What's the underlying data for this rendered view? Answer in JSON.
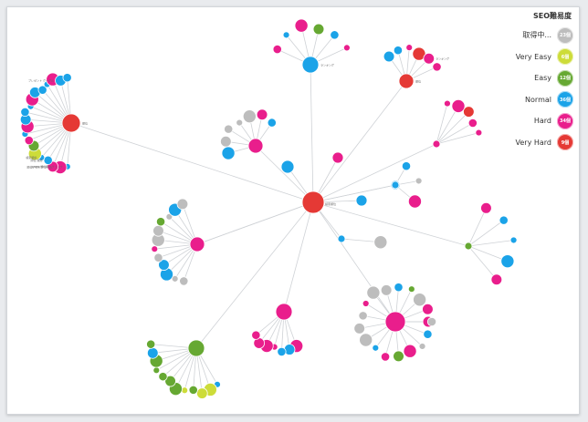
{
  "legend": {
    "title": "SEO難易度",
    "items": [
      {
        "key": "pending",
        "label": "取得中...",
        "count": "23個",
        "color": "#bdbdbd"
      },
      {
        "key": "very_easy",
        "label": "Very Easy",
        "count": "6個",
        "color": "#cddc39"
      },
      {
        "key": "easy",
        "label": "Easy",
        "count": "12個",
        "color": "#66a832"
      },
      {
        "key": "normal",
        "label": "Normal",
        "count": "36個",
        "color": "#1ba3e8"
      },
      {
        "key": "hard",
        "label": "Hard",
        "count": "34個",
        "color": "#e91e8c"
      },
      {
        "key": "very_hard",
        "label": "Very Hard",
        "count": "9個",
        "color": "#e53935"
      }
    ]
  },
  "center_label": "検索順位",
  "hubs": [
    {
      "label": "順位",
      "level": "very_hard",
      "leaves": [
        "normal",
        "hard",
        "hard",
        "normal",
        "normal",
        "very_easy",
        "easy",
        "hard",
        "normal",
        "hard",
        "normal",
        "normal",
        "normal",
        "hard",
        "normal",
        "normal",
        "normal",
        "hard",
        "normal",
        "normal"
      ],
      "leaf_labels": [
        "キーワード 順位 チェック",
        "順位チェック ツール",
        "SEO 順位",
        "順位 確認",
        "検索順位",
        "",
        "",
        "",
        "",
        "",
        "",
        "",
        "",
        "",
        "",
        "",
        "",
        "",
        "プレゼント グーグル",
        ""
      ]
    },
    {
      "label": "ランキング",
      "level": "normal",
      "leaves": [
        "hard",
        "normal",
        "hard",
        "easy",
        "normal",
        "hard"
      ],
      "leaf_labels": [
        "",
        "",
        "",
        "",
        "",
        ""
      ]
    },
    {
      "label": "順位",
      "level": "very_hard",
      "leaves": [
        "normal",
        "normal",
        "hard",
        "very_hard",
        "hard",
        "hard"
      ],
      "leaf_labels": [
        "",
        "",
        "",
        "",
        "ランキング",
        ""
      ]
    },
    {
      "label": "",
      "level": "hard",
      "leaves": [
        "normal",
        "pending",
        "pending",
        "pending",
        "pending",
        "hard",
        "normal"
      ],
      "leaf_labels": [
        "",
        "",
        "",
        "",
        "",
        "",
        ""
      ]
    },
    {
      "label": "",
      "level": "normal",
      "leaves": [],
      "leaf_labels": []
    },
    {
      "label": "",
      "level": "hard",
      "leaves": [],
      "leaf_labels": []
    },
    {
      "label": "",
      "level": "normal",
      "leaves": [],
      "leaf_labels": []
    },
    {
      "label": "",
      "level": "normal",
      "leaves": [],
      "leaf_labels": []
    },
    {
      "label": "",
      "level": "hard",
      "leaves": [
        "hard",
        "hard",
        "very_hard",
        "hard",
        "hard"
      ],
      "leaf_labels": [
        "",
        "",
        "",
        "",
        ""
      ]
    },
    {
      "label": "",
      "level": "normal",
      "leaves": [
        "normal",
        "pending",
        "hard"
      ],
      "leaf_labels": [
        "",
        "",
        ""
      ]
    },
    {
      "label": "",
      "level": "easy",
      "leaves": [
        "hard",
        "normal",
        "normal",
        "normal",
        "hard"
      ],
      "leaf_labels": [
        "",
        "",
        "",
        "",
        ""
      ]
    },
    {
      "label": "",
      "level": "normal",
      "leaves": [
        "pending"
      ],
      "leaf_labels": [
        ""
      ]
    },
    {
      "label": "",
      "level": "hard",
      "leaves": [],
      "leaf_labels": []
    },
    {
      "label": "",
      "level": "hard",
      "leaves": [
        "pending",
        "pending",
        "normal",
        "normal",
        "pending",
        "hard",
        "pending",
        "pending",
        "easy",
        "pending",
        "normal",
        "pending"
      ],
      "leaf_labels": [
        "",
        "",
        "",
        "",
        "",
        "",
        "",
        "",
        "",
        "",
        "",
        ""
      ]
    },
    {
      "label": "",
      "level": "hard",
      "leaves": [
        "hard",
        "normal",
        "pending",
        "hard",
        "easy",
        "hard",
        "normal",
        "pending",
        "pending",
        "pending",
        "hard",
        "pending",
        "pending",
        "normal",
        "easy",
        "pending",
        "hard",
        "pending"
      ],
      "leaf_labels": [
        "",
        "",
        "",
        "",
        "",
        "",
        "",
        "",
        "",
        "",
        "",
        "",
        "",
        "",
        "",
        "",
        "",
        ""
      ]
    },
    {
      "label": "",
      "level": "hard",
      "leaves": [
        "hard",
        "normal",
        "normal",
        "hard",
        "hard",
        "hard",
        "hard"
      ],
      "leaf_labels": [
        "",
        "",
        "",
        "",
        "",
        "",
        ""
      ]
    },
    {
      "label": "",
      "level": "easy",
      "leaves": [
        "normal",
        "very_easy",
        "very_easy",
        "easy",
        "very_easy",
        "easy",
        "easy",
        "easy",
        "easy",
        "easy",
        "normal",
        "easy"
      ],
      "leaf_labels": [
        "",
        "",
        "",
        "",
        "",
        "",
        "",
        "",
        "",
        "",
        "",
        ""
      ]
    }
  ]
}
